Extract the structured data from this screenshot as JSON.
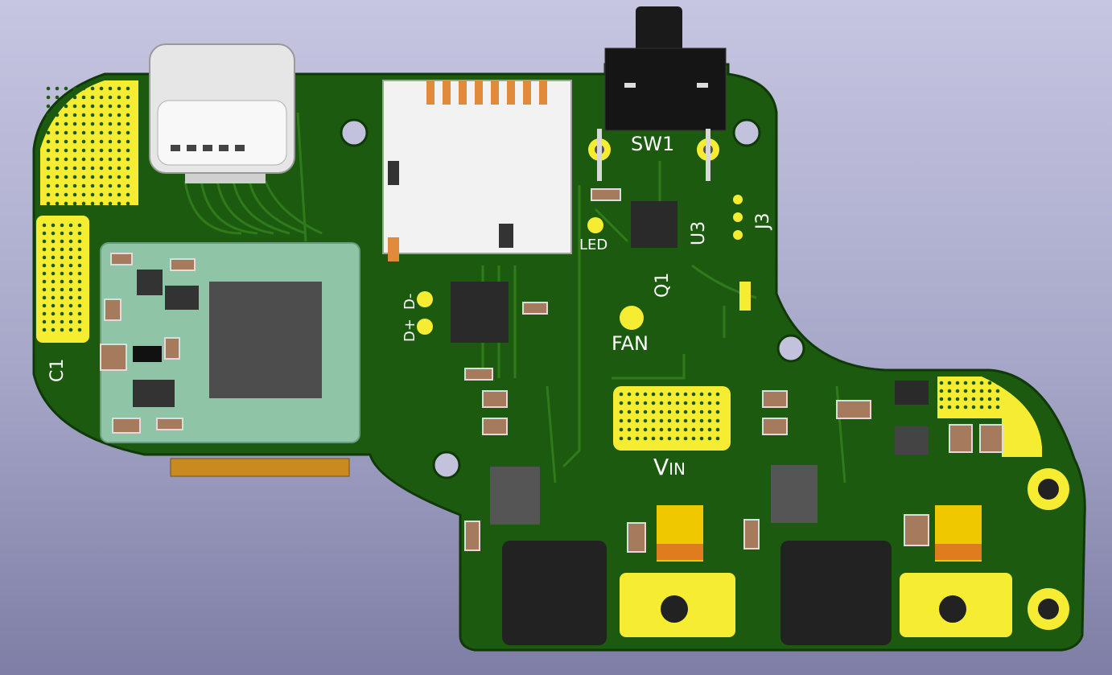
{
  "colors": {
    "background_top": "#c6c6e2",
    "background_bottom": "#7e7ea6",
    "board": "#1c5a0f",
    "board_edge": "#0f3a08",
    "trace": "#2f7a1b",
    "pad_yellow": "#f6ec32",
    "module": "#8fc4a7",
    "chip_dark": "#2a2a2a",
    "capacitor": "#a67a5c",
    "tantalum": "#f0c800",
    "silkscreen": "#ffffff",
    "usb_metal": "#e6e6e6",
    "sd_slot": "#f2f2f2",
    "connector_orange": "#c98a1e"
  },
  "silkscreen": {
    "sw1": "SW1",
    "led": "LED",
    "u3": "U3",
    "j3": "J3",
    "q1": "Q1",
    "fan": "FAN",
    "c1": "C1",
    "d_plus": "D+",
    "d_minus": "D-",
    "vin_v": "V",
    "vin_sub": "IN"
  }
}
